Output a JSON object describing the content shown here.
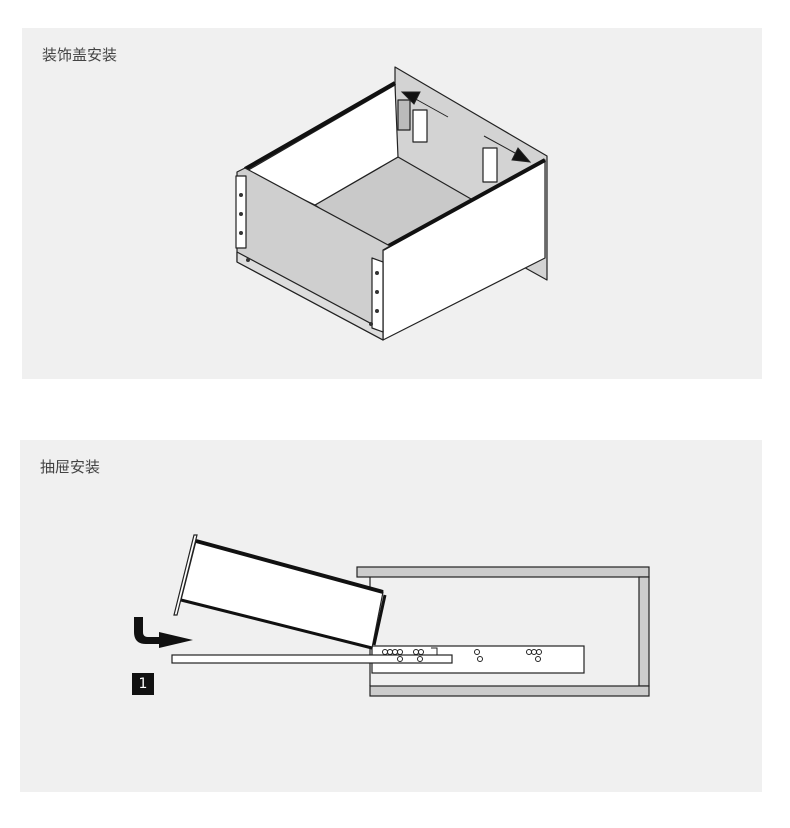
{
  "sections": [
    {
      "title": "装饰盖安装"
    },
    {
      "title": "抽屉安装",
      "step_badge": "1"
    }
  ]
}
